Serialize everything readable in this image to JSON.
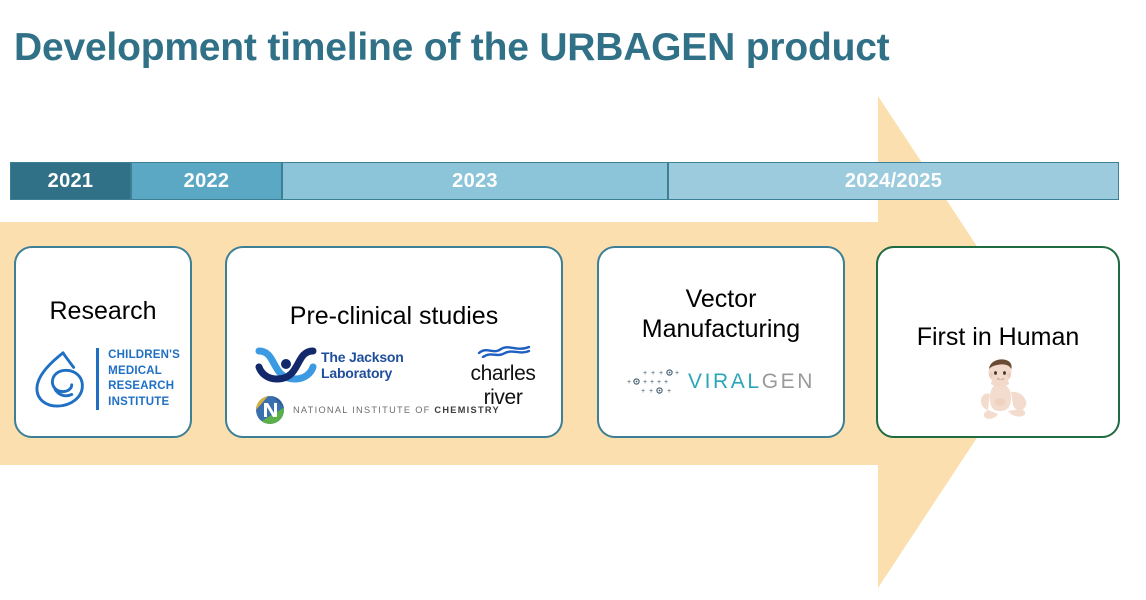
{
  "slide": {
    "title": "Development timeline of the URBAGEN product",
    "title_color": "#317187",
    "background_color": "#ffffff",
    "arrow_color": "#FBDFAE"
  },
  "timeline": {
    "segments": [
      {
        "label": "2021",
        "color": "#317187"
      },
      {
        "label": "2022",
        "color": "#5BA8C4"
      },
      {
        "label": "2023",
        "color": "#8CC5D9"
      },
      {
        "label": "2024/2025",
        "color": "#9BCBDD"
      }
    ],
    "border_color": "#3d7f94",
    "label_color": "#ffffff"
  },
  "cards": [
    {
      "title": "Research",
      "border_color": "#3d7f94",
      "logos": [
        {
          "name": "childrens-medical-research-institute",
          "icon": "cmri-teardrop-icon",
          "lines": [
            "CHILDREN'S",
            "MEDICAL",
            "RESEARCH",
            "INSTITUTE"
          ],
          "color": "#1f6fc4"
        }
      ]
    },
    {
      "title": "Pre-clinical studies",
      "border_color": "#3d7f94",
      "logos": [
        {
          "name": "the-jackson-laboratory",
          "icon": "jackson-dna-icon",
          "lines": [
            "The Jackson",
            "Laboratory"
          ],
          "color": "#1f4e9c"
        },
        {
          "name": "charles-river",
          "icon": "charles-river-waves-icon",
          "text": "charles river",
          "color": "#111111"
        },
        {
          "name": "national-institute-of-chemistry",
          "icon": "nic-circle-icon",
          "text_regular": "NATIONAL INSTITUTE OF ",
          "text_bold": "CHEMISTRY",
          "color": "#6d6d6d"
        }
      ]
    },
    {
      "title": "Vector\nManufacturing",
      "title_line1": "Vector",
      "title_line2": "Manufacturing",
      "border_color": "#3d7f94",
      "logos": [
        {
          "name": "viralgen",
          "icon": "viralgen-dots-icon",
          "text_teal": "VIRAL",
          "text_gray": "GEN",
          "color": "#2aa6b8"
        }
      ]
    },
    {
      "title": "First in Human",
      "border_color": "#1f6b42",
      "logos": [
        {
          "name": "baby-illustration",
          "icon": "baby-icon"
        }
      ]
    }
  ]
}
